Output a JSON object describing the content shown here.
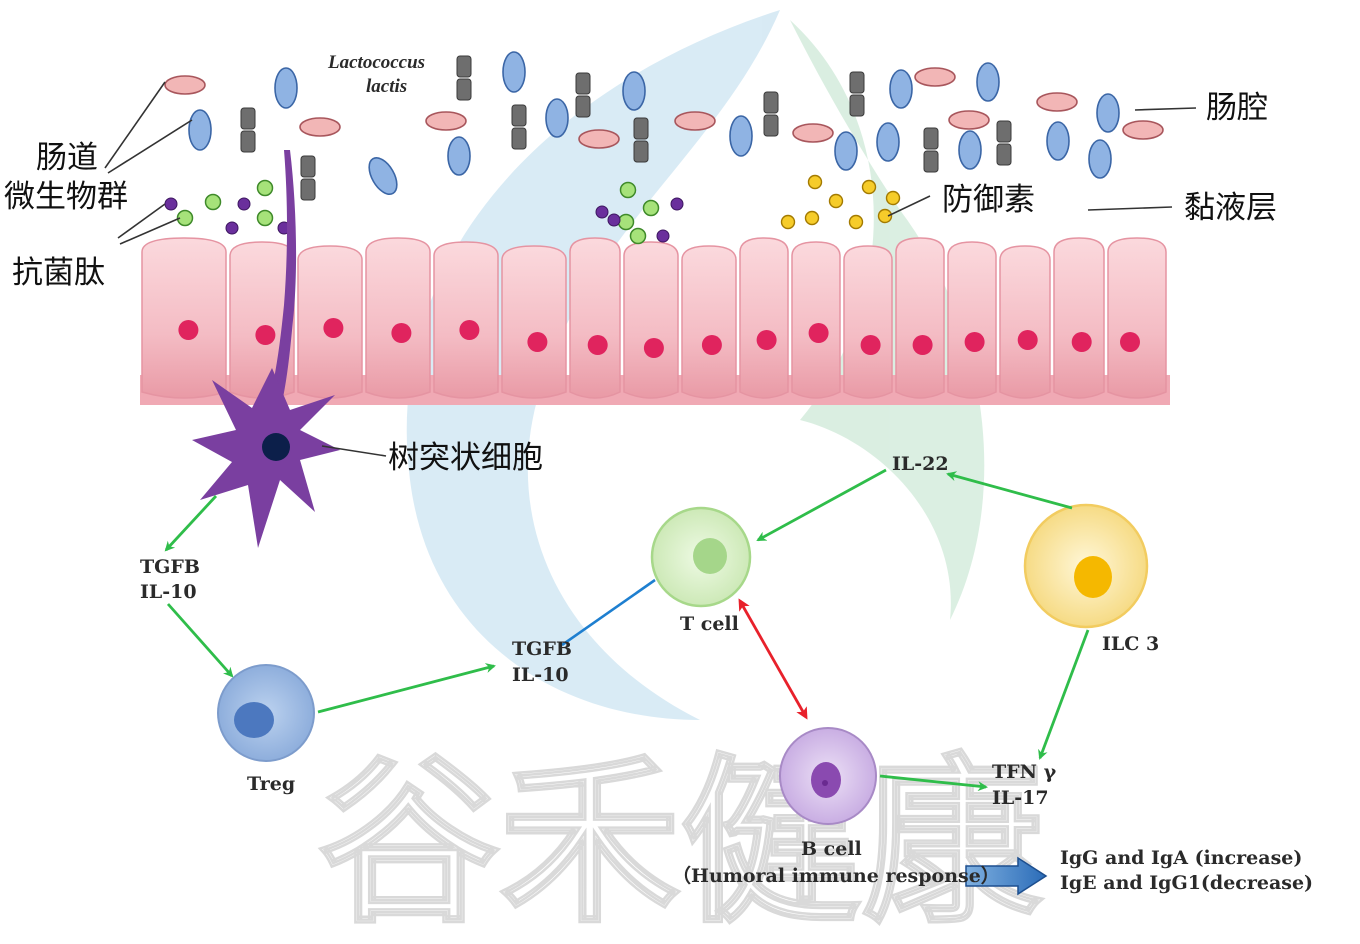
{
  "labels": {
    "lumen": "肠腔",
    "mucus": "黏液层",
    "microbiota_line1": "肠道",
    "microbiota_line2": "微生物群",
    "amp": "抗菌肽",
    "defensin": "防御素",
    "dendritic": "树突状细胞",
    "lacto_line1": "Lactococcus",
    "lacto_line2": "lactis"
  },
  "cells": {
    "treg": "Treg",
    "tcell": "T cell",
    "bcell": "B cell",
    "bcell_sub": "（Humoral immune response）",
    "ilc3": "ILC 3"
  },
  "cytokines": {
    "dc_line1": "TGFB",
    "dc_line2": "IL-10",
    "treg_line1": "TGFB",
    "treg_line2": "IL-10",
    "il22": "IL-22",
    "tfn_line1": "TFN γ",
    "tfn_line2": "IL-17"
  },
  "outcome": {
    "line1": "IgG and IgA (increase)",
    "line2": "IgE and IgG1(decrease)"
  },
  "watermark": "谷禾健康",
  "colors": {
    "epithelium": "#f6c6cc",
    "nucleus": "#e0245e",
    "dendritic": "#7a3fa0",
    "green_arrow": "#2fbd4a",
    "red_arrow": "#e8212b",
    "blue_line": "#1e7fd0",
    "treg": "#9bb8e0",
    "tcell": "#dff3cf",
    "bcell": "#d8c4ea",
    "ilc3": "#fde9a6"
  }
}
